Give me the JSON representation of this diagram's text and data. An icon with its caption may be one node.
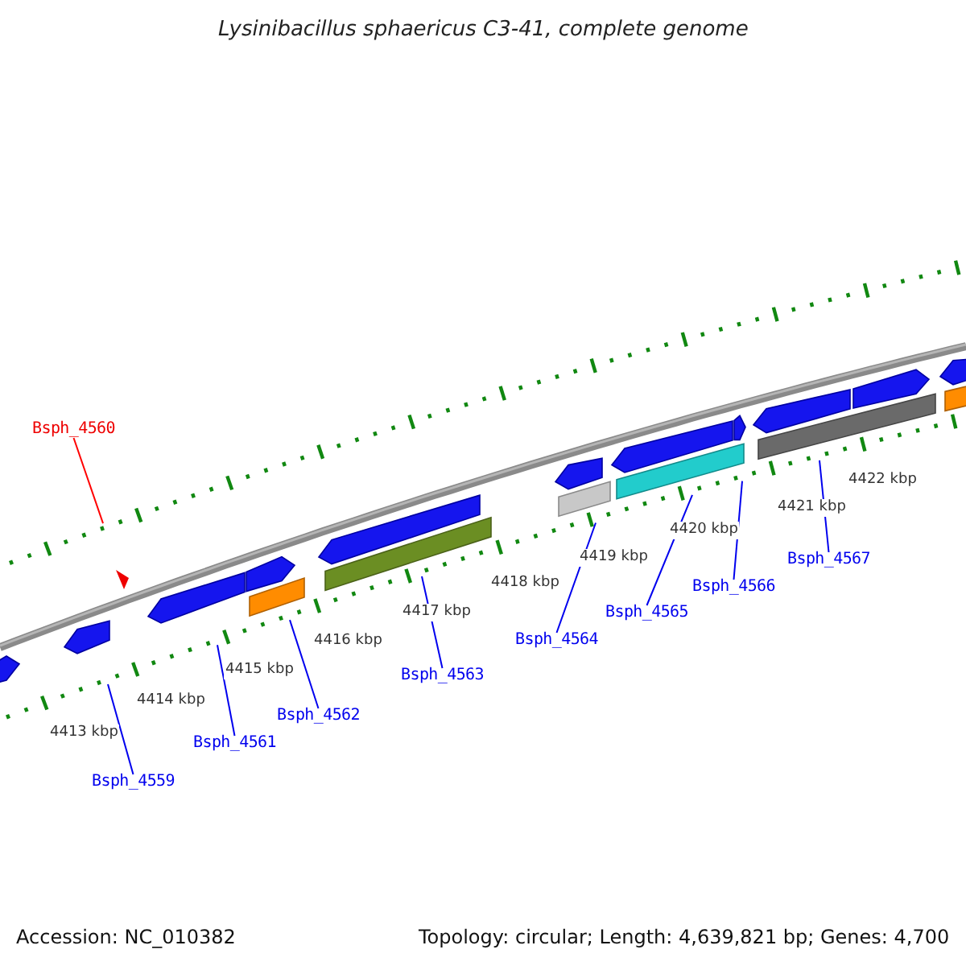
{
  "diagram": {
    "title": "Lysinibacillus sphaericus C3-41, complete genome",
    "nodes": [
      {
        "text": [
          "Bsph_4560"
        ]
      },
      {
        "text": [
          "Bsph_4559"
        ]
      },
      {
        "text": [
          "Bsph_4561"
        ]
      },
      {
        "text": [
          "Bsph_4562"
        ]
      },
      {
        "text": [
          "Bsph_4563"
        ]
      },
      {
        "text": [
          "Bsph_4564"
        ]
      },
      {
        "text": [
          "Bsph_4565"
        ]
      },
      {
        "text": [
          "Bsph_4566"
        ]
      },
      {
        "text": [
          "Bsph_4567"
        ]
      }
    ],
    "edges": [
      {
        "from": 0,
        "to": null,
        "arrow": "none",
        "color": "#ff0000"
      },
      {
        "from": 1,
        "to": null,
        "arrow": "none"
      },
      {
        "from": 2,
        "to": null,
        "arrow": "none"
      },
      {
        "from": 3,
        "to": null,
        "arrow": "none"
      },
      {
        "from": 4,
        "to": null,
        "arrow": "none"
      },
      {
        "from": 5,
        "to": null,
        "arrow": "none"
      },
      {
        "from": 6,
        "to": null,
        "arrow": "none"
      },
      {
        "from": 7,
        "to": null,
        "arrow": "none"
      },
      {
        "from": 8,
        "to": null,
        "arrow": "none"
      }
    ],
    "labels": [
      "4413 kbp",
      "4414 kbp",
      "4415 kbp",
      "4416 kbp",
      "4417 kbp",
      "4418 kbp",
      "4419 kbp",
      "4420 kbp",
      "4421 kbp",
      "4422 kbp",
      "Accession: NC_010382",
      "Topology: circular; Length: 4,639,821 bp; Genes: 4,700"
    ]
  }
}
